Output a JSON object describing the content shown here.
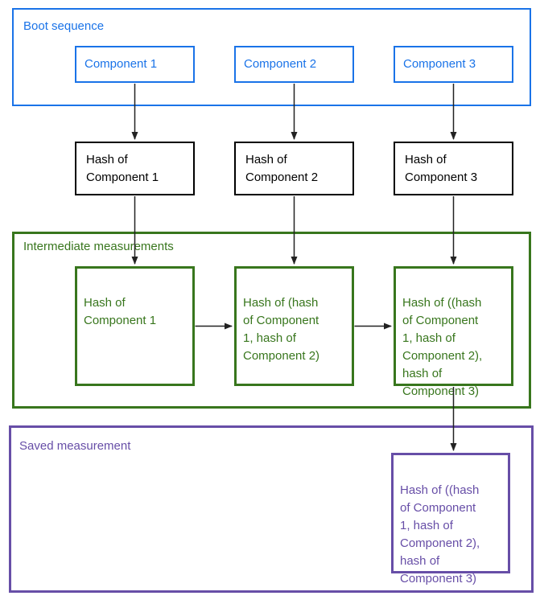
{
  "colors": {
    "blue": "#1a73e8",
    "green": "#38761d",
    "purple": "#674ea7",
    "box_black": "#000000",
    "arrow": "#222222",
    "background": "#ffffff"
  },
  "boot_sequence": {
    "title": "Boot sequence",
    "components": [
      "Component 1",
      "Component 2",
      "Component 3"
    ]
  },
  "hash_boxes": [
    "Hash of\nComponent 1",
    "Hash of\nComponent 2",
    "Hash of\nComponent 3"
  ],
  "intermediate_measurements": {
    "title": "Intermediate measurements",
    "boxes": [
      "Hash of\nComponent 1",
      "Hash of (hash\nof Component\n1, hash of\nComponent 2)",
      "Hash of ((hash\nof Component\n1, hash of\nComponent 2),\nhash of\nComponent 3)"
    ]
  },
  "saved_measurement": {
    "title": "Saved measurement",
    "box": "Hash of ((hash\nof Component\n1, hash of\nComponent 2),\nhash of\nComponent 3)"
  }
}
